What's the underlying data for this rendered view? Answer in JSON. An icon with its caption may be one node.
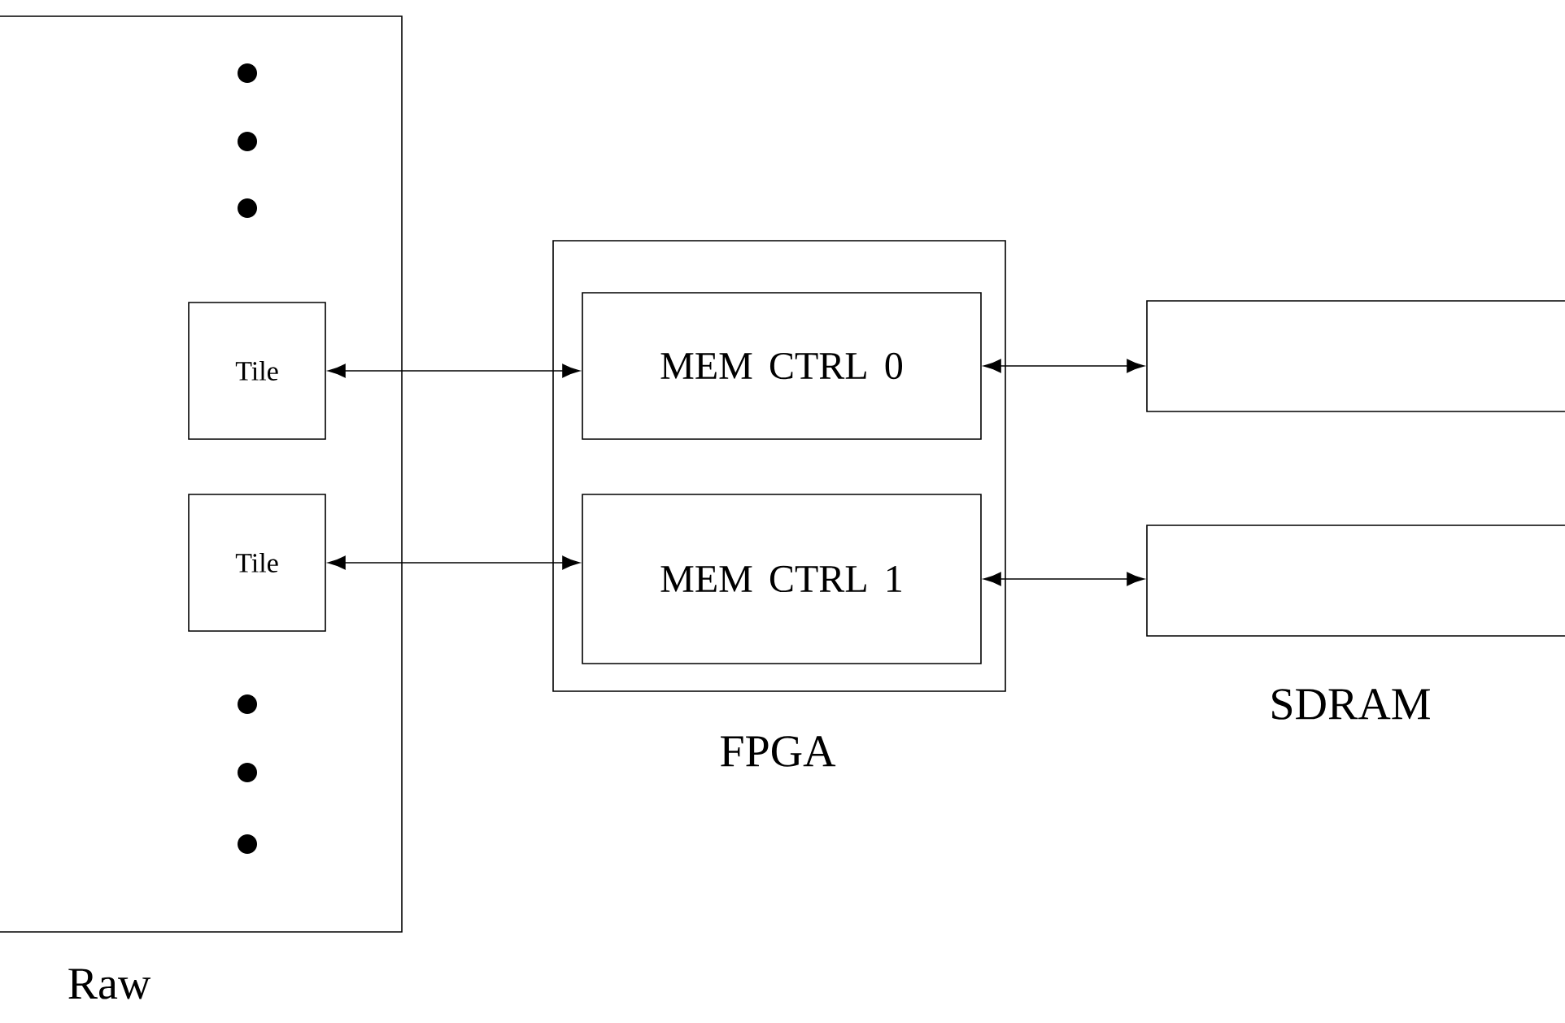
{
  "diagram": {
    "nodes": [
      {
        "text": [
          "Raw"
        ]
      },
      {
        "text": [
          "Tile"
        ],
        "in": 0
      },
      {
        "text": [
          "Tile"
        ],
        "in": 0
      },
      {
        "text": [
          "FPGA"
        ]
      },
      {
        "text": [
          "MEM CTRL 0"
        ],
        "in": 3
      },
      {
        "text": [
          "MEM CTRL 1"
        ],
        "in": 3
      },
      {
        "text": [],
        "shape": "box"
      },
      {
        "text": [],
        "shape": "box"
      }
    ],
    "edges": [
      {
        "from": 1,
        "to": 4,
        "arrow": "both"
      },
      {
        "from": 4,
        "to": 6,
        "arrow": "both"
      },
      {
        "from": 2,
        "to": 5,
        "arrow": "both"
      },
      {
        "from": 5,
        "to": 7,
        "arrow": "both"
      }
    ],
    "labels": [
      "SDRAM"
    ]
  }
}
